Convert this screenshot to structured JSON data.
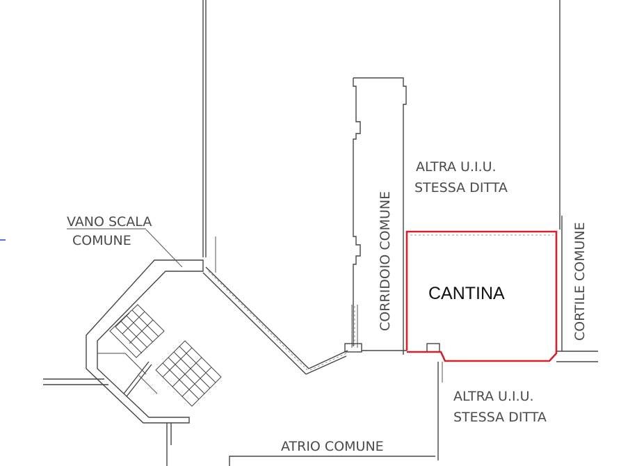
{
  "labels": {
    "vano_scala_1": "VANO SCALA",
    "vano_scala_2": "COMUNE",
    "altra_uiu_top_1": "ALTRA U.I.U.",
    "altra_uiu_top_2": "STESSA DITTA",
    "corridoio": "CORRIDOIO COMUNE",
    "cantina": "CANTINA",
    "cortile": "CORTILE COMUNE",
    "altra_uiu_bottom_1": "ALTRA U.I.U.",
    "altra_uiu_bottom_2": "STESSA DITTA",
    "atrio": "ATRIO COMUNE"
  },
  "colors": {
    "highlight": "#d4202a",
    "wall": "#444444",
    "text": "#4a4a4a",
    "accent_mark": "#2b3bd6"
  }
}
